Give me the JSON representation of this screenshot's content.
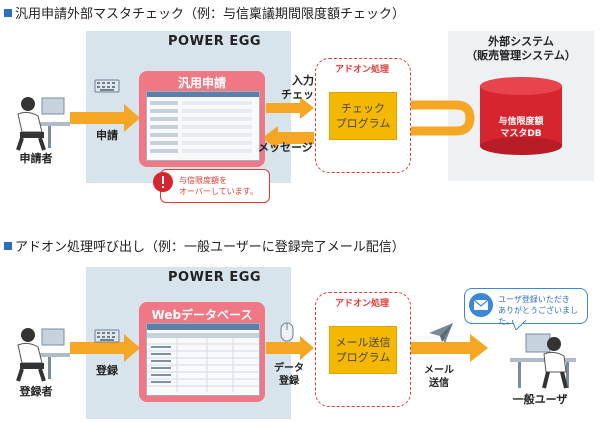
{
  "section1": {
    "heading": "汎用申請外部マスタチェック（例：与信稟議期間限度額チェック）",
    "power_egg": "POWER EGG",
    "app_title": "汎用申請",
    "external_title_1": "外部システム",
    "external_title_2": "（販売管理システム）",
    "db_label_1": "与信限度額",
    "db_label_2": "マスタDB",
    "addon_title": "アドオン処理",
    "program_line1": "チェック",
    "program_line2": "プログラム",
    "input_check_1": "入力",
    "input_check_2": "チェック",
    "message": "メッセージ",
    "apply": "申請",
    "person": "申請者",
    "warning_line1": "与信限度額を",
    "warning_line2": "オーバーしています。"
  },
  "section2": {
    "heading": "アドオン処理呼び出し（例：一般ユーザーに登録完了メール配信）",
    "power_egg": "POWER EGG",
    "app_title": "Webデータベース",
    "addon_title": "アドオン処理",
    "program_line1": "メール送信",
    "program_line2": "プログラム",
    "register": "登録",
    "data_register_1": "データ",
    "data_register_2": "登録",
    "mail_send_1": "メール",
    "mail_send_2": "送信",
    "person": "登録者",
    "user": "一般ユーザ",
    "bubble_line1": "ユーザ登録いただき",
    "bubble_line2": "ありがとうございました。"
  },
  "colors": {
    "arrow": "#f5a623",
    "program": "#f5b800",
    "app": "#f07784",
    "addon_border": "#e53935",
    "db": "#d6252f",
    "panel": "#d8e4ec"
  }
}
